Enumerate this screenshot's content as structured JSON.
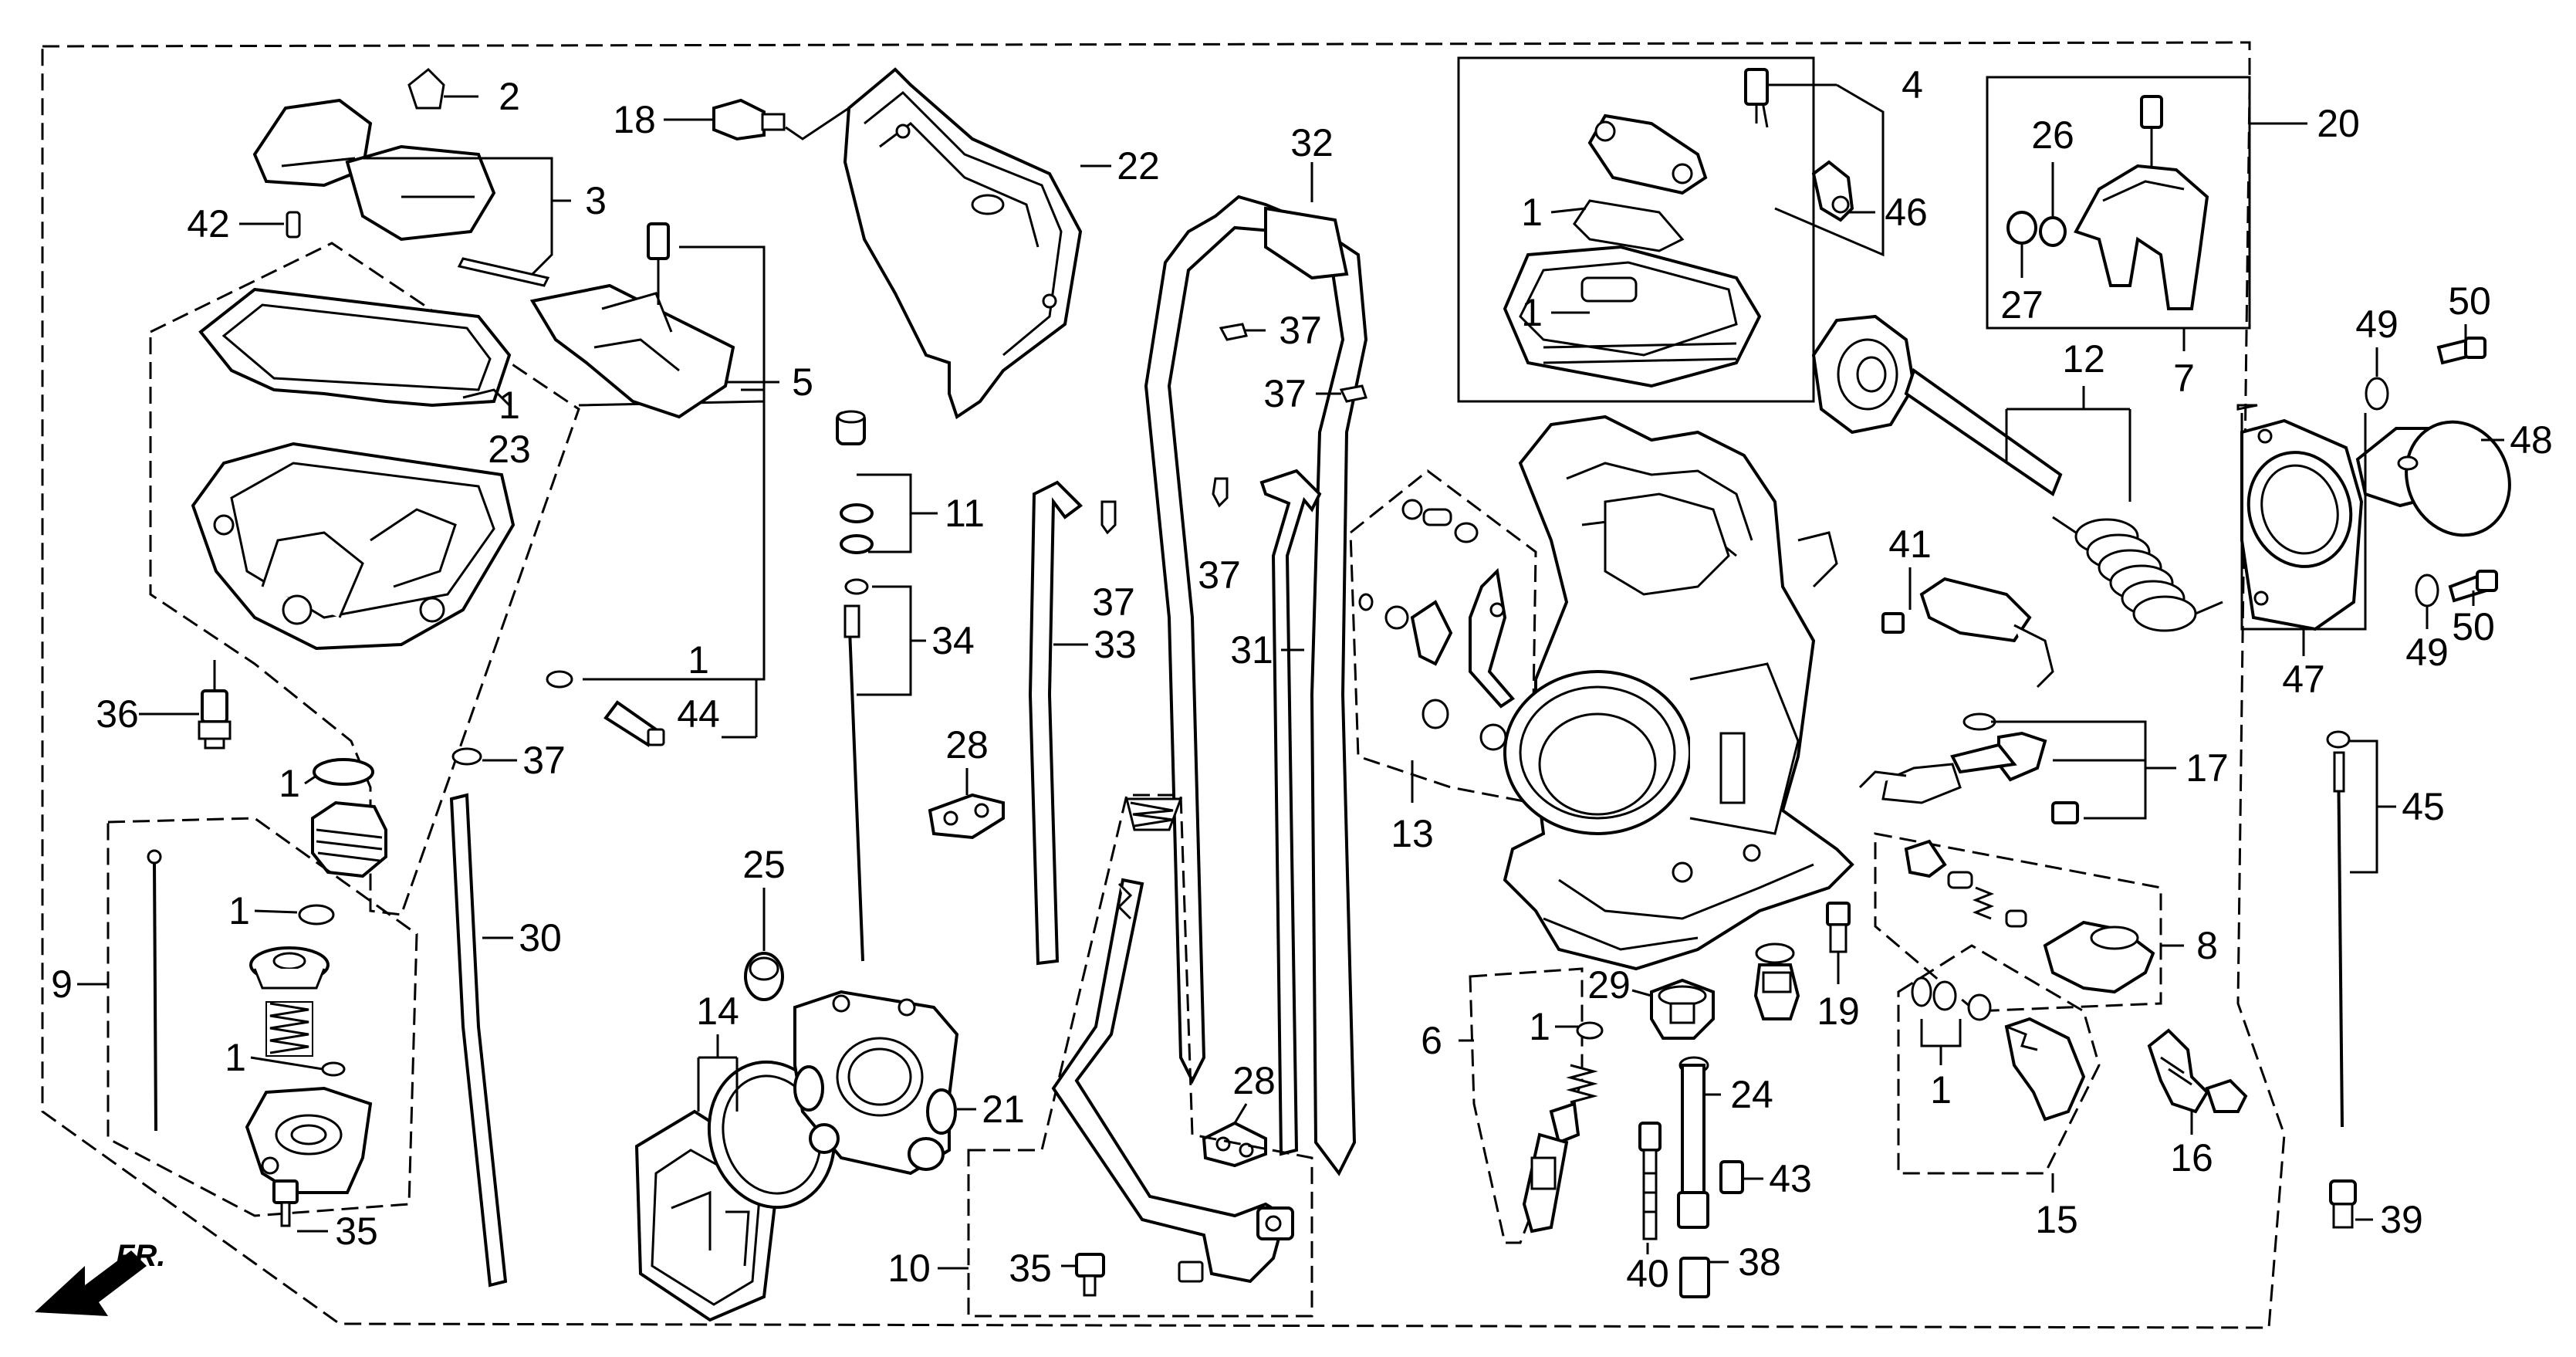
{
  "direction_label": "FR.",
  "callouts": {
    "c1_float_gasket": "1",
    "c1_23": "23",
    "c1_44": "1",
    "c44": "44",
    "c1_oring_drain": "1",
    "c1_pump_top": "1",
    "c1_pump_mid": "1",
    "c1_top_gasket_upper": "1",
    "c1_top_gasket_lower": "1",
    "c1_plunger": "1",
    "c1_tps": "1",
    "c2": "2",
    "c3": "3",
    "c4": "4",
    "c5": "5",
    "c6": "6",
    "c7": "7",
    "c8": "8",
    "c9": "9",
    "c10": "10",
    "c11": "11",
    "c12": "12",
    "c13": "13",
    "c14": "14",
    "c15": "15",
    "c16": "16",
    "c17": "17",
    "c18": "18",
    "c19": "19",
    "c20": "20",
    "c21": "21",
    "c22": "22",
    "c24": "24",
    "c25": "25",
    "c26": "26",
    "c27": "27",
    "c28_a": "28",
    "c28_b": "28",
    "c29": "29",
    "c30": "30",
    "c31": "31",
    "c32": "32",
    "c33": "33",
    "c34": "34",
    "c35_a": "35",
    "c35_b": "35",
    "c36": "36",
    "c37_a": "37",
    "c37_b": "37",
    "c37_c": "37",
    "c37_d": "37",
    "c37_e": "37",
    "c38": "38",
    "c39": "39",
    "c40": "40",
    "c41": "41",
    "c42": "42",
    "c43": "43",
    "c45": "45",
    "c46": "46",
    "c47": "47",
    "c48": "48",
    "c49_a": "49",
    "c49_b": "49",
    "c50_a": "50",
    "c50_b": "50"
  }
}
